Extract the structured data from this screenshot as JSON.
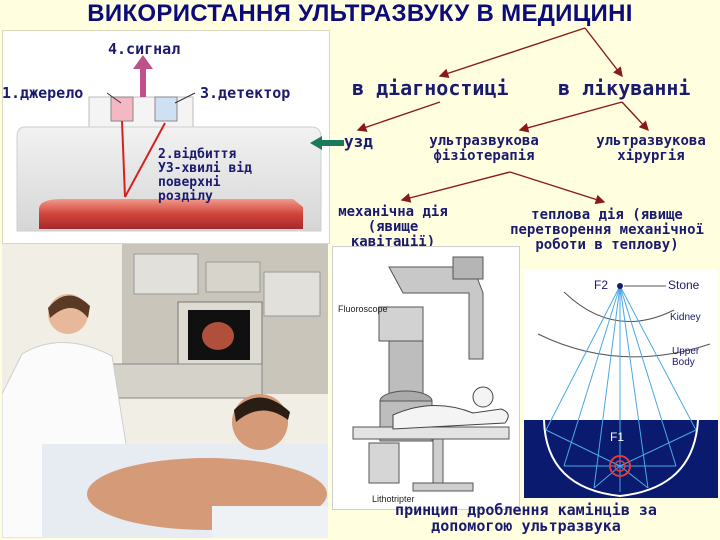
{
  "title": "ВИКОРИСТАННЯ УЛЬТРАЗВУКУ В МЕДИЦИНІ",
  "scheme": {
    "signal": "4.сигнал",
    "source": "1.джерело",
    "detector": "3.детектор",
    "reflection": "2.відбиття\nУЗ-хвилі від\nповерхні\nрозділу"
  },
  "tree": {
    "diagnostics": "в діагностиці",
    "treatment": "в лікуванні",
    "uzd": "узд",
    "physio": "ультразвукова\nфізіотерапія",
    "surgery": "ультразвукова\nхірургія",
    "mechanical": "механічна дія\n(явище\nкавітації)",
    "thermal": "теплова дія (явище\nперетворення механічної\nроботи в теплову)"
  },
  "lithotripter_labels": {
    "fluoroscope": "Fluoroscope",
    "lithotripter": "Lithotripter"
  },
  "focus_labels": {
    "f2": "F2",
    "f1": "F1",
    "stone": "Stone",
    "kidney": "Kidney",
    "upper_body": "Upper\nBody"
  },
  "caption": "принцип дроблення камінців за\nдопомогою ультразвука",
  "colors": {
    "background": "#ffffe0",
    "text": "#1a1a6e",
    "water_blue": "#0a1a6e",
    "tissue_red": "#c8423a"
  }
}
